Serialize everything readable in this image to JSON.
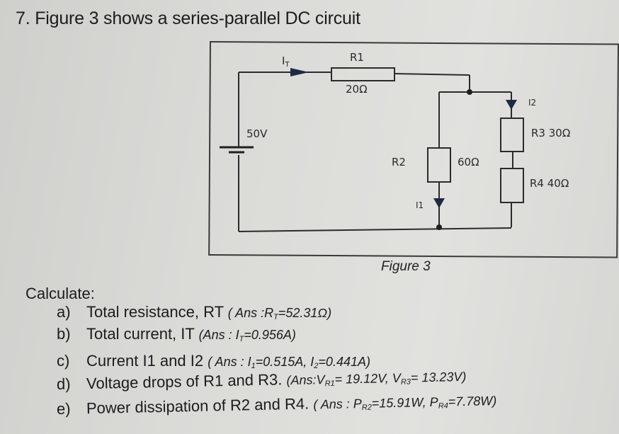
{
  "question": {
    "title": "7. Figure 3 shows a series-parallel DC circuit"
  },
  "figure": {
    "caption": "Figure 3",
    "source": {
      "label": "50V"
    },
    "total_current_label": "I",
    "total_current_sub": "T",
    "resistors": [
      {
        "name": "R1",
        "value": "20Ω"
      },
      {
        "name": "R2",
        "value": "60Ω"
      },
      {
        "name": "R3",
        "value": "30Ω"
      },
      {
        "name": "R4",
        "value": "40Ω"
      }
    ],
    "branch_currents": [
      {
        "label": "I1"
      },
      {
        "label": "I2"
      }
    ],
    "line_color": "#2b2b2b",
    "arrow_color": "#1e2a44"
  },
  "calculate": {
    "heading": "Calculate:",
    "items": [
      {
        "letter": "a)",
        "text": "Total resistance, RT",
        "answer": "( Ans :Rᵀ=52.31Ω)"
      },
      {
        "letter": "b)",
        "text": "Total current, IT",
        "answer": "(Ans : Iᵀ=0.956A)"
      },
      {
        "letter": "c)",
        "text": "Current I1 and I2",
        "answer": "( Ans : I₁=0.515A, I₂=0.441A)"
      },
      {
        "letter": "d)",
        "text": "Voltage drops of R1  and R3.",
        "answer": "(Ans:V R1= 19.12V, V R3= 13.23V)"
      },
      {
        "letter": "e)",
        "text": "Power dissipation of R2 and R4.",
        "answer": "( Ans : PR2=15.91W, PR4=7.78W)"
      }
    ],
    "answers_detail": {
      "a": {
        "prefix": "( Ans :R",
        "sub": "T",
        "rest": "=52.31Ω)"
      },
      "b": {
        "prefix": "(Ans : I",
        "sub": "T",
        "rest": "=0.956A)"
      },
      "c": {
        "p1": "( Ans : I",
        "s1": "1",
        "m1": "=0.515A, I",
        "s2": "2",
        "rest": "=0.441A)"
      },
      "d": {
        "p1": "(Ans:V",
        "s1": "R1",
        "m1": "= 19.12V, V",
        "s2": "R3",
        "rest": "= 13.23V)"
      },
      "e": {
        "p1": "( Ans : P",
        "s1": "R2",
        "m1": "=15.91W, P",
        "s2": "R4",
        "rest": "=7.78W)"
      }
    }
  }
}
